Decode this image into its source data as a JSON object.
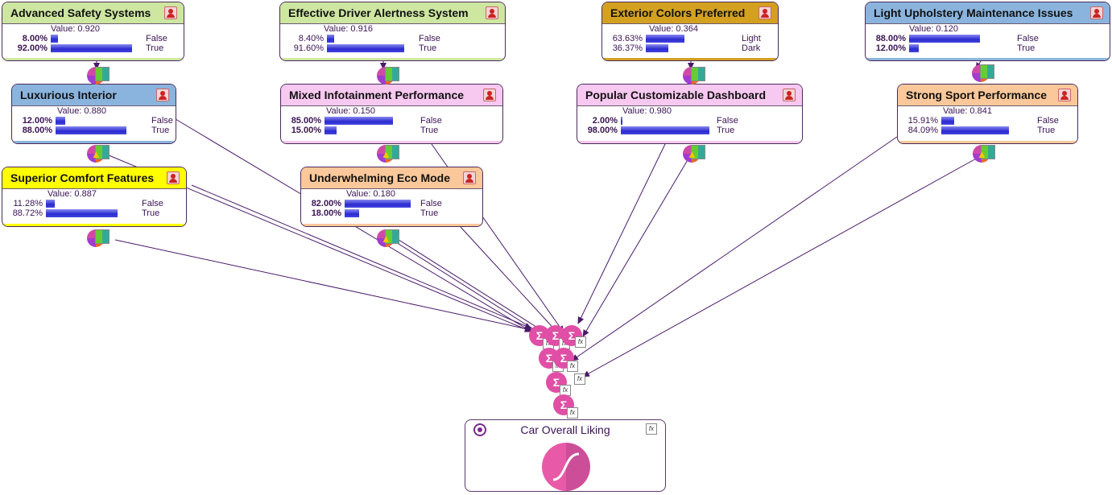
{
  "nodes": [
    {
      "id": "advanced-safety",
      "title": "Advanced Safety Systems",
      "value": "Value: 0.920",
      "color": "#cde6a0",
      "rows": [
        {
          "pct": "8.00%",
          "bold": true,
          "state": "False",
          "fill": 0.08
        },
        {
          "pct": "92.00%",
          "bold": true,
          "state": "True",
          "fill": 0.92
        }
      ]
    },
    {
      "id": "driver-alertness",
      "title": "Effective Driver Alertness System",
      "value": "Value: 0.916",
      "color": "#cde6a0",
      "rows": [
        {
          "pct": "8.40%",
          "bold": false,
          "state": "False",
          "fill": 0.084
        },
        {
          "pct": "91.60%",
          "bold": false,
          "state": "True",
          "fill": 0.916
        }
      ]
    },
    {
      "id": "exterior-colors",
      "title": "Exterior Colors Preferred",
      "value": "Value: 0.364",
      "color": "#d4a020",
      "rows": [
        {
          "pct": "63.63%",
          "bold": false,
          "state": "Light",
          "fill": 0.6363
        },
        {
          "pct": "36.37%",
          "bold": false,
          "state": "Dark",
          "fill": 0.3637
        }
      ]
    },
    {
      "id": "upholstery",
      "title": "Light Upholstery Maintenance Issues",
      "value": "Value: 0.120",
      "color": "#8ab4de",
      "rows": [
        {
          "pct": "88.00%",
          "bold": true,
          "state": "False",
          "fill": 0.88
        },
        {
          "pct": "12.00%",
          "bold": true,
          "state": "True",
          "fill": 0.12
        }
      ]
    },
    {
      "id": "luxurious-interior",
      "title": "Luxurious Interior",
      "value": "Value: 0.880",
      "color": "#8ab4de",
      "rows": [
        {
          "pct": "12.00%",
          "bold": true,
          "state": "False",
          "fill": 0.12
        },
        {
          "pct": "88.00%",
          "bold": true,
          "state": "True",
          "fill": 0.88
        }
      ]
    },
    {
      "id": "infotainment",
      "title": "Mixed Infotainment Performance",
      "value": "Value: 0.150",
      "color": "#f7c8f0",
      "rows": [
        {
          "pct": "85.00%",
          "bold": true,
          "state": "False",
          "fill": 0.85
        },
        {
          "pct": "15.00%",
          "bold": true,
          "state": "True",
          "fill": 0.15
        }
      ]
    },
    {
      "id": "dashboard",
      "title": "Popular Customizable Dashboard",
      "value": "Value: 0.980",
      "color": "#f7c8f0",
      "rows": [
        {
          "pct": "2.00%",
          "bold": true,
          "state": "False",
          "fill": 0.02
        },
        {
          "pct": "98.00%",
          "bold": true,
          "state": "True",
          "fill": 0.98
        }
      ]
    },
    {
      "id": "sport-performance",
      "title": "Strong Sport Performance",
      "value": "Value: 0.841",
      "color": "#fac89a",
      "rows": [
        {
          "pct": "15.91%",
          "bold": false,
          "state": "False",
          "fill": 0.1591
        },
        {
          "pct": "84.09%",
          "bold": false,
          "state": "True",
          "fill": 0.8409
        }
      ]
    },
    {
      "id": "comfort",
      "title": "Superior Comfort Features",
      "value": "Value: 0.887",
      "color": "#ffff00",
      "rows": [
        {
          "pct": "11.28%",
          "bold": false,
          "state": "False",
          "fill": 0.1128
        },
        {
          "pct": "88.72%",
          "bold": false,
          "state": "True",
          "fill": 0.8872
        }
      ]
    },
    {
      "id": "eco-mode",
      "title": "Underwhelming Eco Mode",
      "value": "Value: 0.180",
      "color": "#fac89a",
      "rows": [
        {
          "pct": "82.00%",
          "bold": true,
          "state": "False",
          "fill": 0.82
        },
        {
          "pct": "18.00%",
          "bold": true,
          "state": "True",
          "fill": 0.18
        }
      ]
    }
  ],
  "target": {
    "title": "Car Overall Liking"
  },
  "icons": {
    "node_icon": "user-icon",
    "status_icon": "warning-icon",
    "target_icon": "target-icon",
    "function_icon": "function-icon",
    "sigma_icon": "sigma-icon"
  },
  "colors": {
    "link": "#4a1a6a",
    "bar": "#3a3ad8",
    "sigma": "#e04ea6"
  }
}
